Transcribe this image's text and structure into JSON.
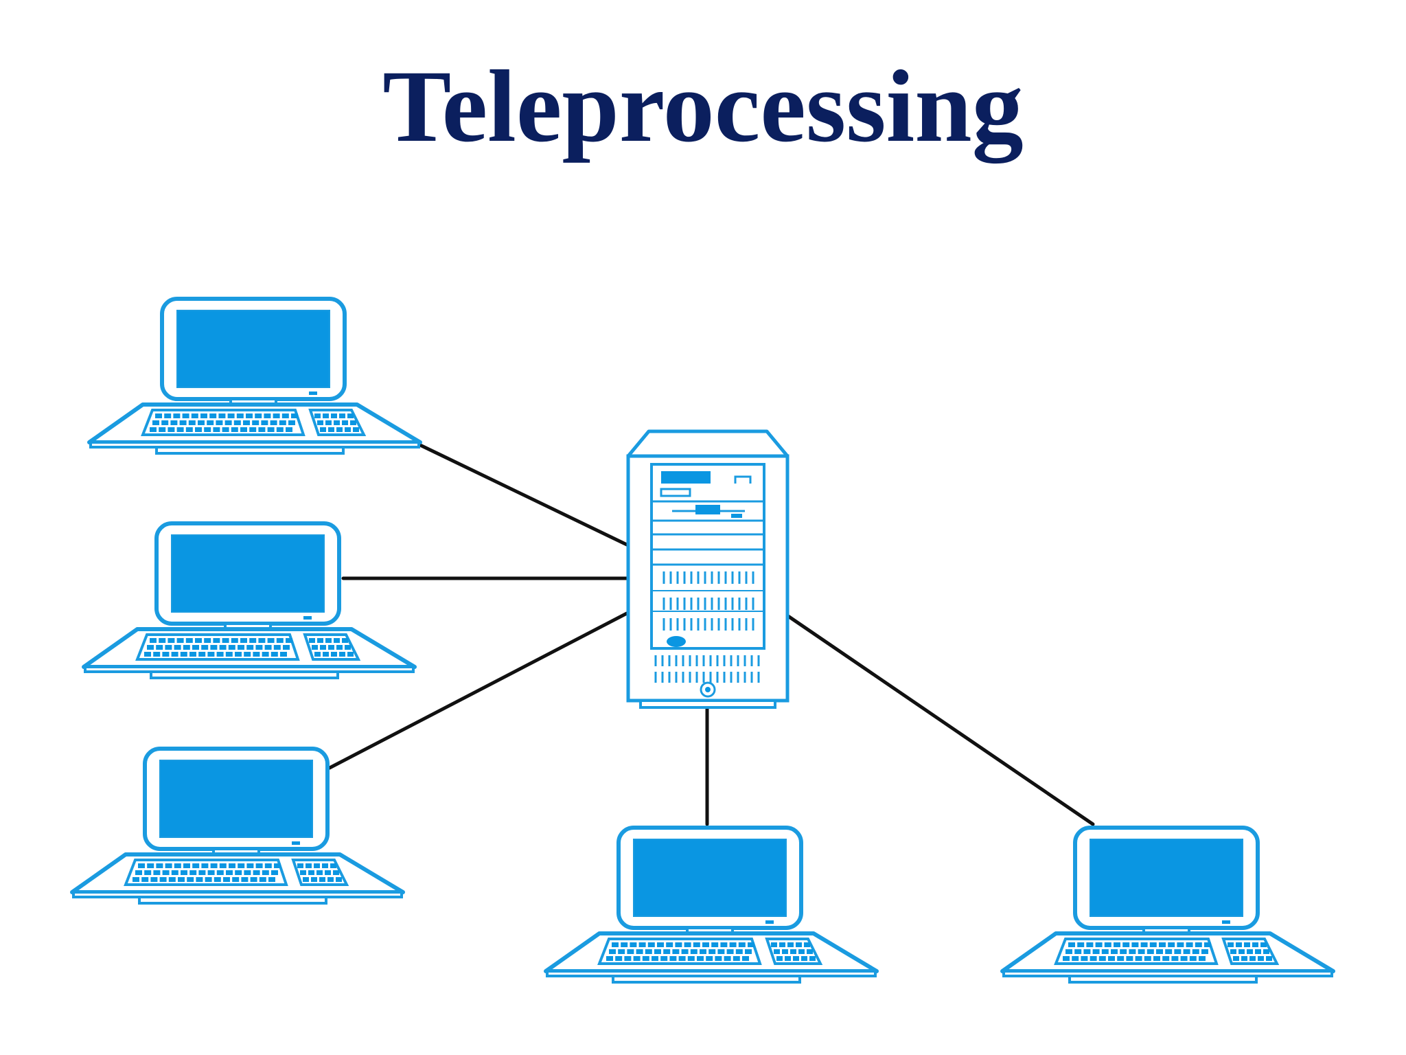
{
  "title": "Teleprocessing",
  "colors": {
    "title": "#0b1f5e",
    "device_outline": "#1a9be0",
    "device_screen": "#0a96e2",
    "device_fill": "#ffffff",
    "connection": "#111111"
  },
  "diagram": {
    "hub": {
      "icon": "server-tower-icon"
    },
    "terminals": [
      {
        "icon": "computer-terminal-icon"
      },
      {
        "icon": "computer-terminal-icon"
      },
      {
        "icon": "computer-terminal-icon"
      },
      {
        "icon": "computer-terminal-icon"
      },
      {
        "icon": "computer-terminal-icon"
      }
    ],
    "connections": [
      {
        "from": "server",
        "to": "terminal-1"
      },
      {
        "from": "server",
        "to": "terminal-2"
      },
      {
        "from": "server",
        "to": "terminal-3"
      },
      {
        "from": "server",
        "to": "terminal-4"
      },
      {
        "from": "server",
        "to": "terminal-5"
      }
    ]
  }
}
